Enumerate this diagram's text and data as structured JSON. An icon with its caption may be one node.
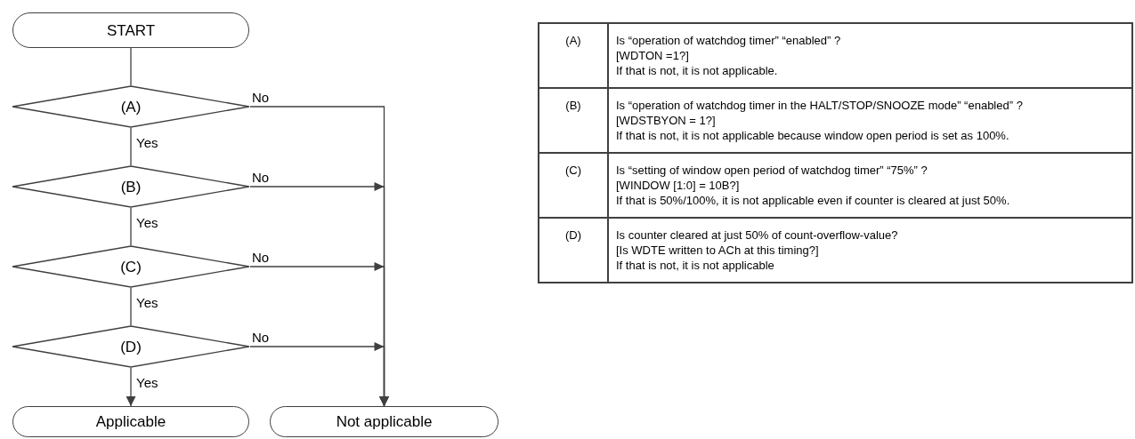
{
  "diagram": {
    "nodes": [
      {
        "text": [
          "START"
        ]
      },
      {
        "text": [
          "(A)"
        ]
      },
      {
        "text": [
          "(B)"
        ]
      },
      {
        "text": [
          "(C)"
        ]
      },
      {
        "text": [
          "(D)"
        ]
      },
      {
        "text": [
          "Applicable"
        ]
      },
      {
        "text": [
          "Not applicable"
        ]
      }
    ],
    "edges": [
      {
        "from": 0,
        "to": 1,
        "arrow": "none"
      },
      {
        "from": 1,
        "to": 2,
        "arrow": "none",
        "label": "Yes"
      },
      {
        "from": 2,
        "to": 3,
        "arrow": "none",
        "label": "Yes"
      },
      {
        "from": 3,
        "to": 4,
        "arrow": "none",
        "label": "Yes"
      },
      {
        "from": 4,
        "to": 5,
        "arrow": "to",
        "label": "Yes"
      },
      {
        "from": 1,
        "to": 6,
        "arrow": "to",
        "label": "No"
      },
      {
        "from": 2,
        "to": 6,
        "arrow": "to",
        "label": "No"
      },
      {
        "from": 3,
        "to": 6,
        "arrow": "to",
        "label": "No"
      },
      {
        "from": 4,
        "to": 6,
        "arrow": "to",
        "label": "No"
      }
    ],
    "labels": [
      "(A)",
      "Is “operation of watchdog timer” “enabled” ?",
      "[WDTON =1?]",
      "If that is not, it is not applicable.",
      "(B)",
      "Is “operation of watchdog timer in the HALT/STOP/SNOOZE mode” “enabled” ?",
      "[WDSTBYON = 1?]",
      "If that is not, it is not applicable because window open period is set as 100%.",
      "(C)",
      "Is “setting of window open period of watchdog timer” “75%” ?",
      "[WINDOW [1:0] = 10B?]",
      "If that is 50%/100%, it is not applicable even if counter is cleared at just 50%.",
      "(D)",
      "Is counter cleared at just 50% of count-overflow-value?",
      "[Is WDTE written to ACh at this timing?]",
      "If that is not, it is not applicable"
    ]
  }
}
